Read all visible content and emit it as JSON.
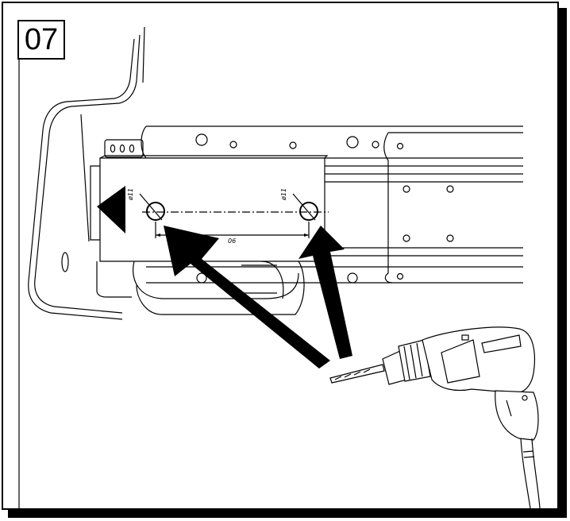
{
  "step": {
    "number": "07"
  },
  "labels": {
    "hole_left_dia": "ø11",
    "hole_right_dia": "ø11",
    "spacing": "06"
  },
  "colors": {
    "ink": "#000000",
    "paper": "#ffffff"
  }
}
